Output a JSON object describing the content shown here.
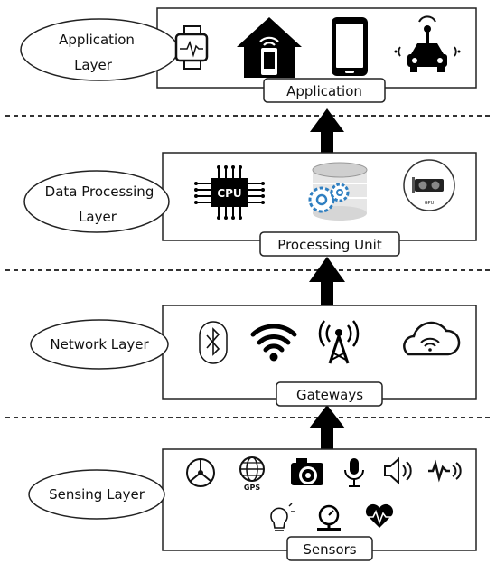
{
  "diagram": {
    "layers": [
      {
        "name_line1": "Application",
        "name_line2": "Layer",
        "box_label": "Application",
        "icons": [
          "smartwatch-icon",
          "smart-home-icon",
          "smartphone-icon",
          "connected-car-icon"
        ]
      },
      {
        "name_line1": "Data Processing",
        "name_line2": "Layer",
        "box_label": "Processing Unit",
        "icons": [
          "cpu-chip-icon",
          "database-gear-icon",
          "gpu-card-icon"
        ],
        "cpu_text": "CPU",
        "gpu_text": "GPU"
      },
      {
        "name_line1": "Network Layer",
        "name_line2": "",
        "box_label": "Gateways",
        "icons": [
          "bluetooth-icon",
          "wifi-icon",
          "cell-tower-icon",
          "cloud-wifi-icon"
        ]
      },
      {
        "name_line1": "Sensing Layer",
        "name_line2": "",
        "box_label": "Sensors",
        "icons": [
          "accelerometer-icon",
          "gps-globe-icon",
          "camera-icon",
          "microphone-icon",
          "speaker-icon",
          "pulse-sensor-icon",
          "light-bulb-icon",
          "pressure-gauge-icon",
          "heart-rate-icon"
        ],
        "gps_text": "GPS"
      }
    ]
  }
}
